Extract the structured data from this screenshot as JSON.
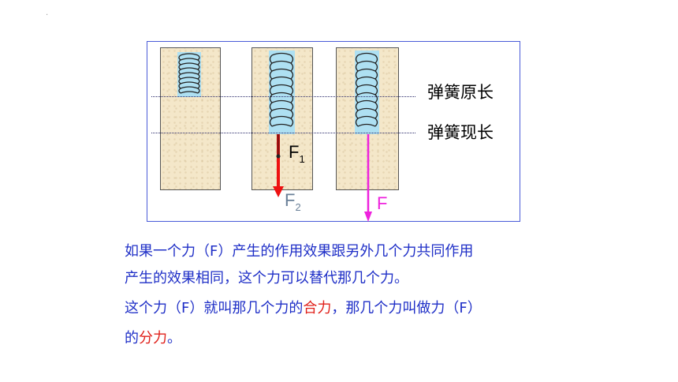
{
  "labels": {
    "original_length": "弹簧原长",
    "current_length": "弹簧现长",
    "f1_base": "F",
    "f1_sub": "1",
    "f2_base": "F",
    "f2_sub": "2",
    "f": "F"
  },
  "text": {
    "line1": "如果一个力（F）产生的作用效果跟另外几个力共同作用",
    "line2": "产生的效果相同，这个力可以替代那几个力。",
    "line3_a": "这个力（F）就叫那几个力的",
    "line3_resultant": "合力",
    "line3_b": "，那几个力叫做力（F）",
    "line4_a": "的",
    "line4_component": "分力",
    "line4_b": "。"
  },
  "colors": {
    "frame": "#4a5bd8",
    "body_text": "#1f2fc7",
    "highlight": "#e0201a",
    "arrow_red": "#ee1111",
    "arrow_dark": "#8b1010",
    "arrow_magenta": "#ee22dd",
    "f2_label": "#6a8098",
    "f_label": "#ee22dd"
  }
}
